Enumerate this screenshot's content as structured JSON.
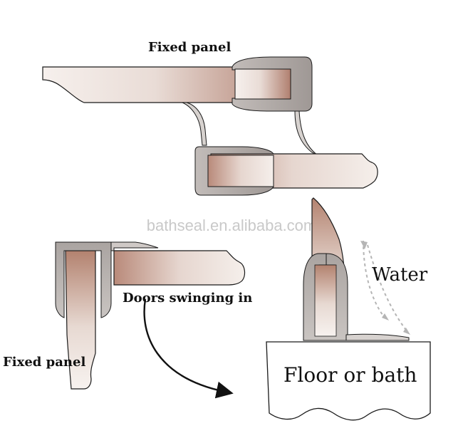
{
  "labels": {
    "fixed_panel_top": "Fixed panel",
    "fixed_panel_left": "Fixed panel",
    "doors_swinging_in": "Doors swinging in",
    "water": "Water",
    "floor_or_bath": "Floor or bath"
  },
  "watermark": "bathseal.en.alibaba.com",
  "colors": {
    "glass_dark": "#b48778",
    "glass_light": "#f4ece8",
    "seal_grey": "#b8b3b1",
    "water_arrow": "#b5b5b5",
    "outline": "#1a1a1a"
  }
}
